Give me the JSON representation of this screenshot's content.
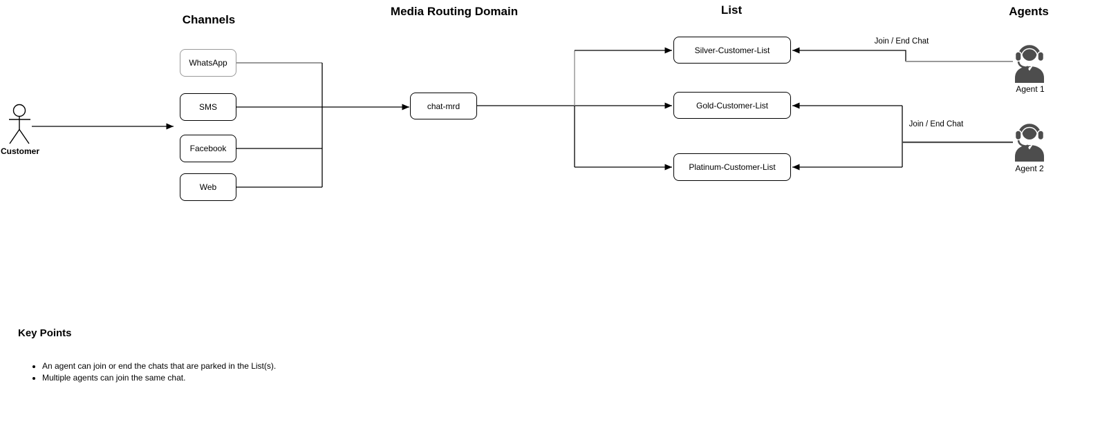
{
  "diagram": {
    "column_titles": {
      "channels": "Channels",
      "media_routing_domain": "Media Routing Domain",
      "list": "List",
      "agents": "Agents"
    },
    "customer": {
      "label": "Customer"
    },
    "channels": [
      {
        "label": "WhatsApp"
      },
      {
        "label": "SMS"
      },
      {
        "label": "Facebook"
      },
      {
        "label": "Web"
      }
    ],
    "mrd_node": {
      "label": "chat-mrd"
    },
    "lists": [
      {
        "label": "Silver-Customer-List"
      },
      {
        "label": "Gold-Customer-List"
      },
      {
        "label": "Platinum-Customer-List"
      }
    ],
    "agents": [
      {
        "label": "Agent 1"
      },
      {
        "label": "Agent 2"
      }
    ],
    "edge_labels": [
      {
        "text": "Join / End Chat"
      },
      {
        "text": "Join / End Chat"
      }
    ],
    "colors": {
      "line": "#000000",
      "muted_line": "#999999",
      "agent_trunk": "#4d4d4d",
      "agent_icon": "#4d4d4d",
      "box_background": "#ffffff"
    }
  },
  "key_points": {
    "title": "Key Points",
    "bullets": [
      "An agent can join or end the chats that are parked in the List(s).",
      "Multiple agents can join the same chat."
    ]
  }
}
